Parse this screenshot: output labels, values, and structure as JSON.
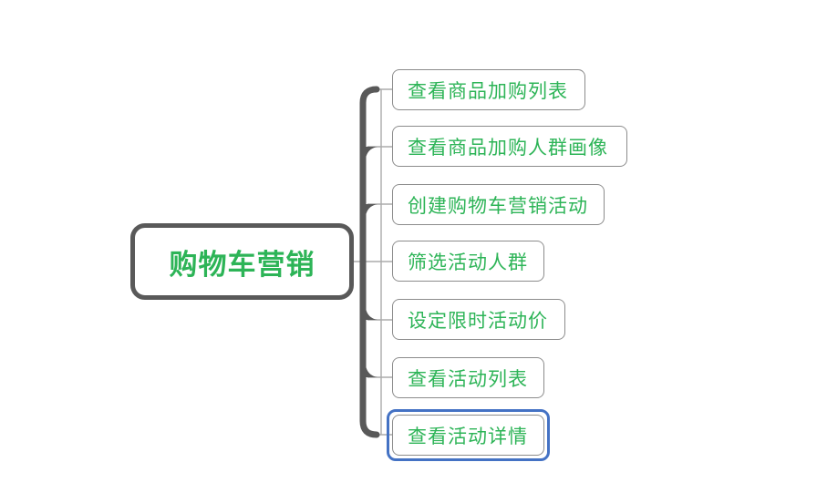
{
  "diagram": {
    "type": "mindmap",
    "central": {
      "label": "购物车营销"
    },
    "children": [
      {
        "label": "查看商品加购列表",
        "selected": false
      },
      {
        "label": "查看商品加购人群画像",
        "selected": false
      },
      {
        "label": "创建购物车营销活动",
        "selected": false
      },
      {
        "label": "筛选活动人群",
        "selected": false
      },
      {
        "label": "设定限时活动价",
        "selected": false
      },
      {
        "label": "查看活动列表",
        "selected": false
      },
      {
        "label": "查看活动详情",
        "selected": true
      }
    ],
    "colors": {
      "topic_text_green": "#2db457",
      "central_border_gray": "#595959",
      "child_border_gray": "#8c8c8c",
      "connector_gray": "#ababab",
      "spine_gray": "#595959",
      "selection_blue": "#4472c4",
      "background": "#ffffff"
    }
  }
}
